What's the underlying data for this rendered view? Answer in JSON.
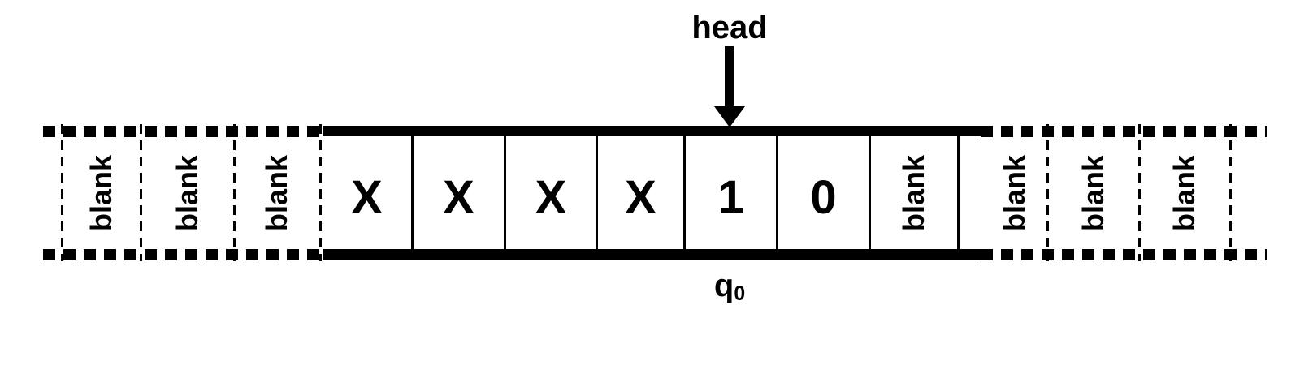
{
  "colors": {
    "ink": "#000000",
    "background": "#ffffff"
  },
  "head": {
    "label": "head"
  },
  "state": {
    "base": "q",
    "subscript": "0"
  },
  "tape": {
    "left_cells": [
      {
        "symbol": "blank"
      },
      {
        "symbol": "blank"
      },
      {
        "symbol": "blank"
      }
    ],
    "main_cells": [
      {
        "symbol": "X"
      },
      {
        "symbol": "X"
      },
      {
        "symbol": "X"
      },
      {
        "symbol": "X"
      },
      {
        "symbol": "1"
      },
      {
        "symbol": "0"
      },
      {
        "symbol": "blank"
      }
    ],
    "right_cells": [
      {
        "symbol": "blank"
      },
      {
        "symbol": "blank"
      },
      {
        "symbol": "blank"
      }
    ]
  }
}
